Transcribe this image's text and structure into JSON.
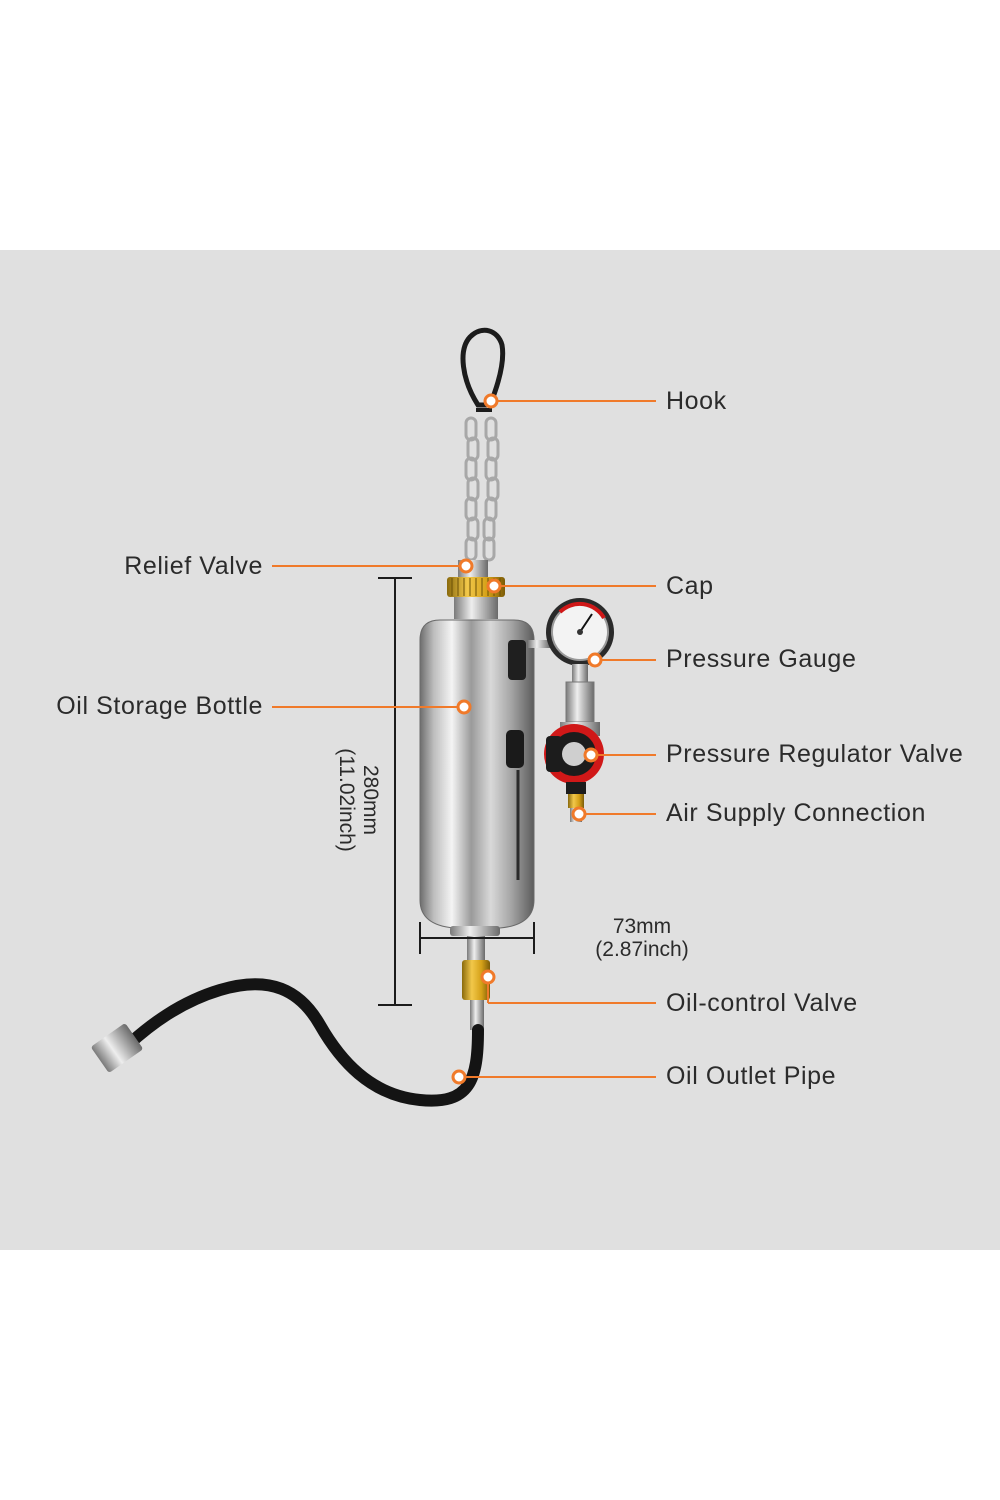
{
  "labels": {
    "hook": "Hook",
    "relief_valve": "Relief Valve",
    "cap": "Cap",
    "pressure_gauge": "Pressure Gauge",
    "oil_storage_bottle": "Oil Storage Bottle",
    "pressure_regulator_valve": "Pressure Regulator Valve",
    "air_supply_connection": "Air Supply Connection",
    "oil_control_valve": "Oil-control Valve",
    "oil_outlet_pipe": "Oil Outlet Pipe"
  },
  "dimensions": {
    "height_mm": "280mm",
    "height_inch": "(11.02inch)",
    "width_mm": "73mm",
    "width_inch": "(2.87inch)"
  },
  "colors": {
    "background": "#e0e0e0",
    "leader_line": "#f07a2a",
    "label_text": "#2b2b2b",
    "brass": "#d4a017",
    "regulator_red": "#d01818"
  }
}
